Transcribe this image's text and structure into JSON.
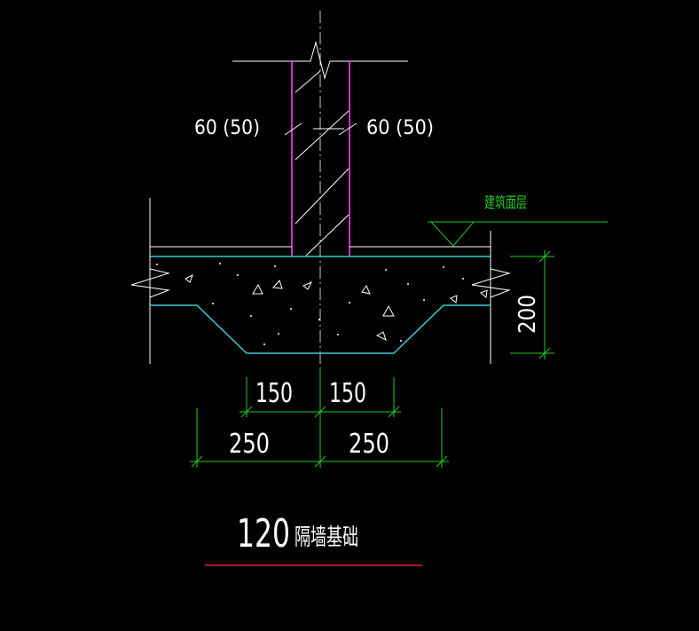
{
  "colors": {
    "background": "#000000",
    "outline": "#ffffff",
    "wall_face": "#cc33cc",
    "concrete": "#33cccc",
    "dimension": "#22cc22",
    "title_underline": "#dd2222"
  },
  "labels": {
    "left_offset": "60 (50)",
    "right_offset": "60 (50)",
    "floor_finish": "建筑面层"
  },
  "dimensions": {
    "left_inner": "150",
    "right_inner": "150",
    "left_outer": "250",
    "right_outer": "250",
    "depth": "200"
  },
  "title": {
    "number": "120",
    "name": "隔墙基础"
  }
}
